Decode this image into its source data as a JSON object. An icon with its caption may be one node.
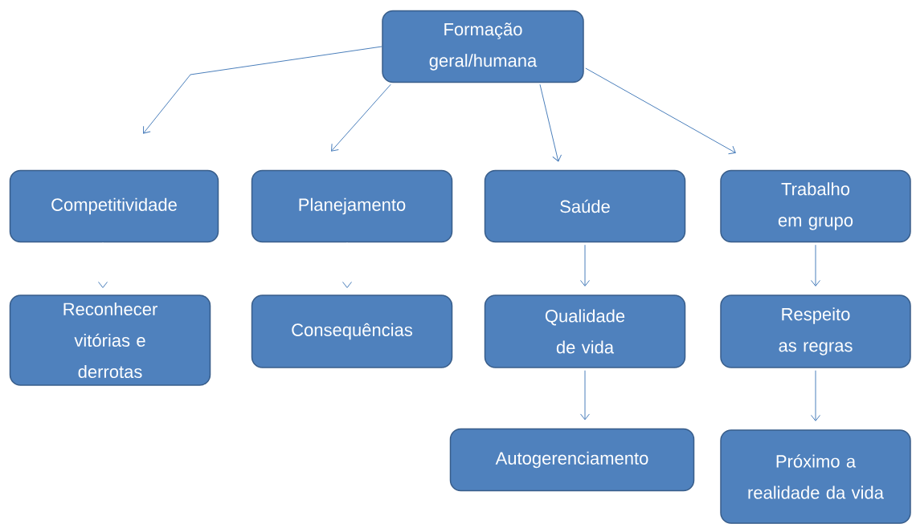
{
  "diagram": {
    "nodes": [
      {
        "text": [
          "Formação geral/humana"
        ]
      },
      {
        "text": [
          "Competitividade"
        ]
      },
      {
        "text": [
          "Planejamento"
        ]
      },
      {
        "text": [
          "Saúde"
        ]
      },
      {
        "text": [
          "Trabalho em grupo"
        ]
      },
      {
        "text": [
          "Reconhecer vitórias e derrotas"
        ]
      },
      {
        "text": [
          "Consequências"
        ]
      },
      {
        "text": [
          "Qualidade de vida"
        ]
      },
      {
        "text": [
          "Respeito as regras"
        ]
      },
      {
        "text": [
          "Autogerenciamento"
        ]
      },
      {
        "text": [
          "Próximo a realidade da vida"
        ]
      }
    ],
    "edges": [
      {
        "from": 0,
        "to": 1,
        "arrow": "to"
      },
      {
        "from": 0,
        "to": 2,
        "arrow": "to"
      },
      {
        "from": 0,
        "to": 3,
        "arrow": "to"
      },
      {
        "from": 0,
        "to": 4,
        "arrow": "to"
      },
      {
        "from": 1,
        "to": 5,
        "arrow": "to",
        "color": "#ffffff"
      },
      {
        "from": 2,
        "to": 6,
        "arrow": "to",
        "color": "#ffffff"
      },
      {
        "from": 3,
        "to": 7,
        "arrow": "to"
      },
      {
        "from": 7,
        "to": 9,
        "arrow": "to"
      },
      {
        "from": 4,
        "to": 8,
        "arrow": "to"
      },
      {
        "from": 8,
        "to": 10,
        "arrow": "to"
      }
    ]
  }
}
